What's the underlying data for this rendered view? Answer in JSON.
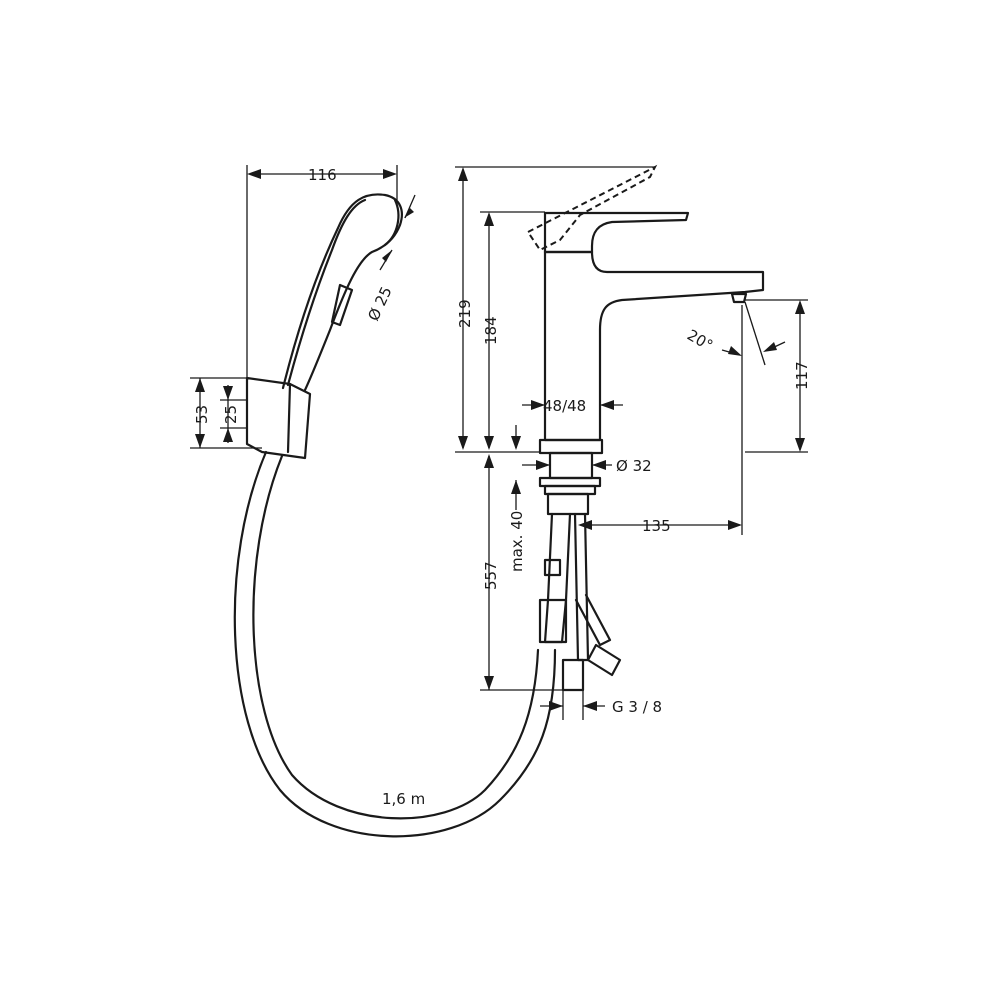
{
  "dimensions": {
    "spray_width": "116",
    "spray_nozzle_diameter": "Ø 25",
    "holder_height": "53",
    "holder_inner": "25",
    "total_height": "219",
    "spout_top_height": "184",
    "body_width": "48/48",
    "spout_height": "117",
    "spray_angle": "20°",
    "shank_diameter": "Ø 32",
    "max_deck_thickness": "max. 40",
    "spout_reach": "135",
    "hose_length_supply": "557",
    "connection_thread": "G 3 / 8",
    "hose_length": "1,6 m"
  }
}
